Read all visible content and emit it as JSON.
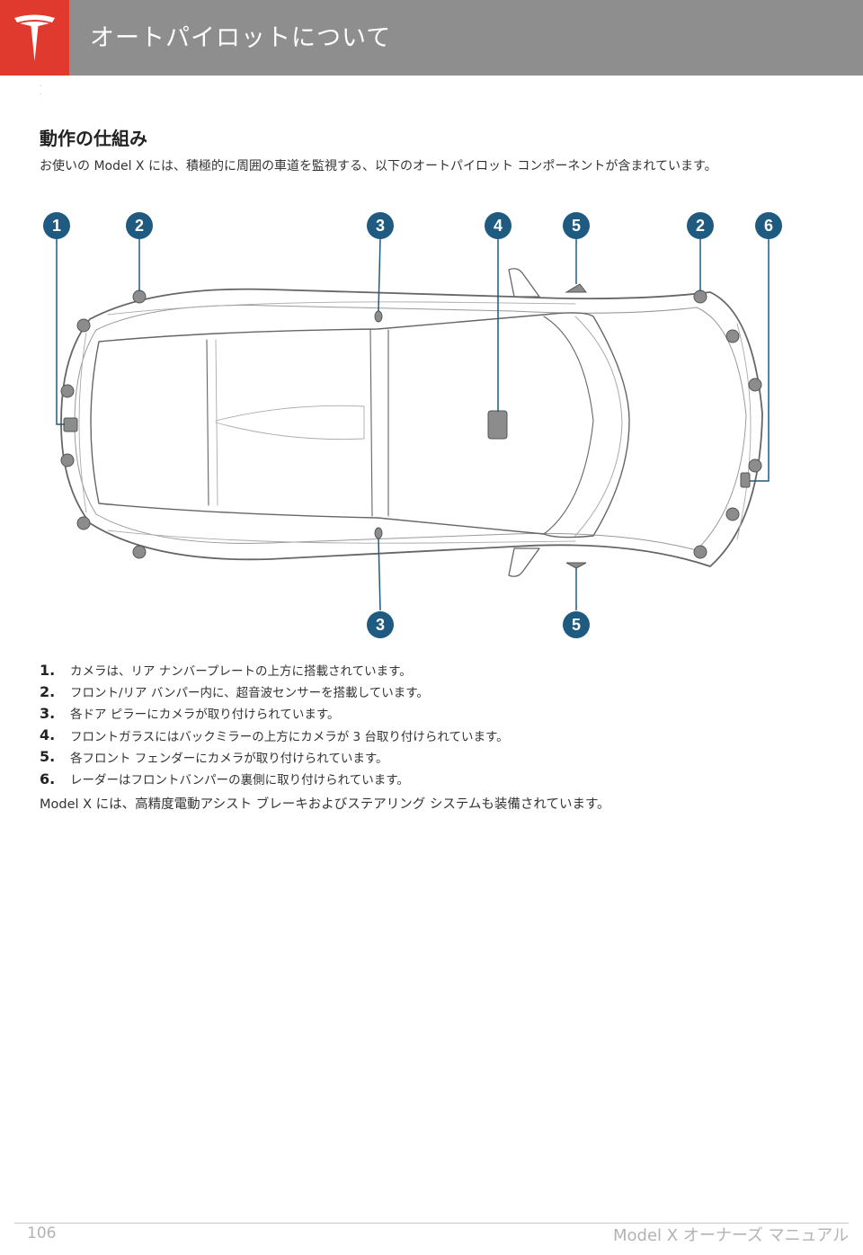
{
  "header": {
    "title": "オートパイロットについて"
  },
  "section": {
    "title": "動作の仕組み",
    "intro": "お使いの Model X には、積極的に周囲の車道を監視する、以下のオートパイロット コンポーネントが含まれています。"
  },
  "diagram": {
    "callouts_top": [
      "1",
      "2",
      "3",
      "4",
      "5",
      "2",
      "6"
    ],
    "callouts_bottom": [
      "3",
      "5"
    ]
  },
  "list": [
    {
      "num": "1.",
      "text": "カメラは、リア ナンバープレートの上方に搭載されています。"
    },
    {
      "num": "2.",
      "text": "フロント/リア バンパー内に、超音波センサーを搭載しています。"
    },
    {
      "num": "3.",
      "text": "各ドア ピラーにカメラが取り付けられています。"
    },
    {
      "num": "4.",
      "text": "フロントガラスにはバックミラーの上方にカメラが 3 台取り付けられています。"
    },
    {
      "num": "5.",
      "text": "各フロント フェンダーにカメラが取り付けられています。"
    },
    {
      "num": "6.",
      "text": "レーダーはフロントバンパーの裏側に取り付けられています。"
    }
  ],
  "closing": "Model X には、高精度電動アシスト ブレーキおよびステアリング システムも装備されています。",
  "footer": {
    "page": "106",
    "title": "Model X オーナーズ マニュアル"
  },
  "colors": {
    "header": "#8e8e8e",
    "logo": "#e03a2f",
    "callout": "#1f5a80"
  }
}
